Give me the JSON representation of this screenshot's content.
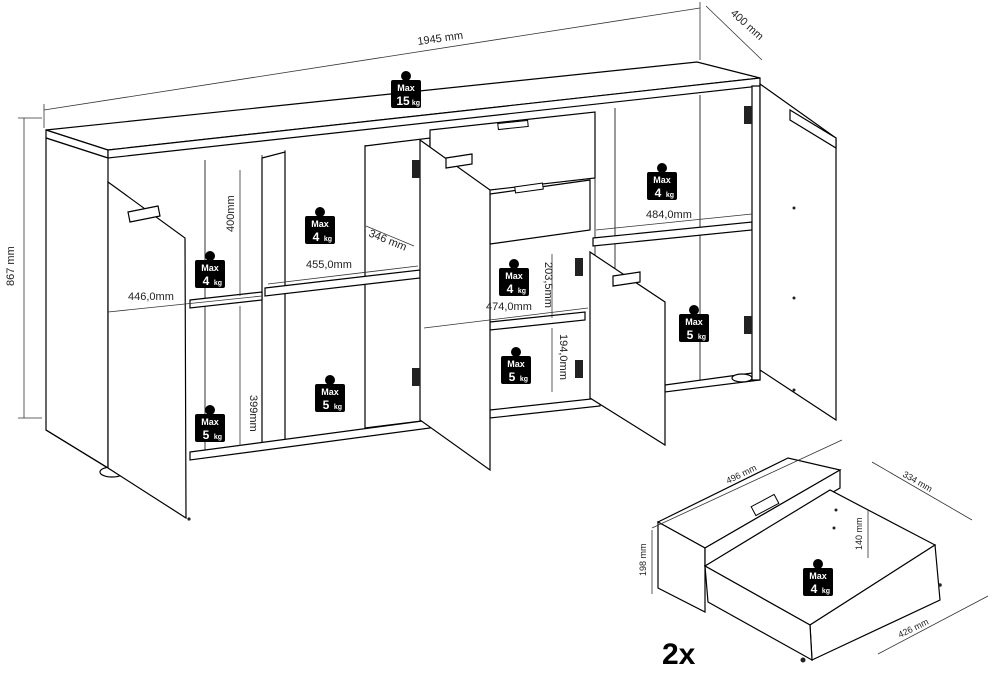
{
  "dimensions": {
    "width": "1945 mm",
    "depth": "400 mm",
    "height": "867 mm",
    "left_inner_width": "446,0mm",
    "left_shelf_height_top": "400mm",
    "left_shelf_height_bottom": "399mm",
    "mid_shelf_width": "455,0mm",
    "mid_depth": "346 mm",
    "center_width": "474,0mm",
    "center_drawer_height": "203,5mm",
    "center_lower_height": "194,0mm",
    "right_shelf_width": "484,0mm"
  },
  "weight_labels": {
    "top": {
      "max": "Max",
      "value": "15",
      "unit": "kg"
    },
    "left_upper": {
      "max": "Max",
      "value": "4",
      "unit": "kg"
    },
    "left_lower": {
      "max": "Max",
      "value": "5",
      "unit": "kg"
    },
    "mid_upper": {
      "max": "Max",
      "value": "4",
      "unit": "kg"
    },
    "mid_lower": {
      "max": "Max",
      "value": "5",
      "unit": "kg"
    },
    "center_upper": {
      "max": "Max",
      "value": "4",
      "unit": "kg"
    },
    "center_lower": {
      "max": "Max",
      "value": "5",
      "unit": "kg"
    },
    "right_upper": {
      "max": "Max",
      "value": "4",
      "unit": "kg"
    },
    "right_lower": {
      "max": "Max",
      "value": "5",
      "unit": "kg"
    },
    "drawer": {
      "max": "Max",
      "value": "4",
      "unit": "kg"
    }
  },
  "drawer_detail": {
    "length": "496 mm",
    "depth": "334 mm",
    "height": "198 mm",
    "inner_height": "140 mm",
    "width": "426 mm",
    "quantity": "2x"
  },
  "colors": {
    "line": "#000000",
    "weight_icon": "#000000",
    "background": "#ffffff"
  }
}
